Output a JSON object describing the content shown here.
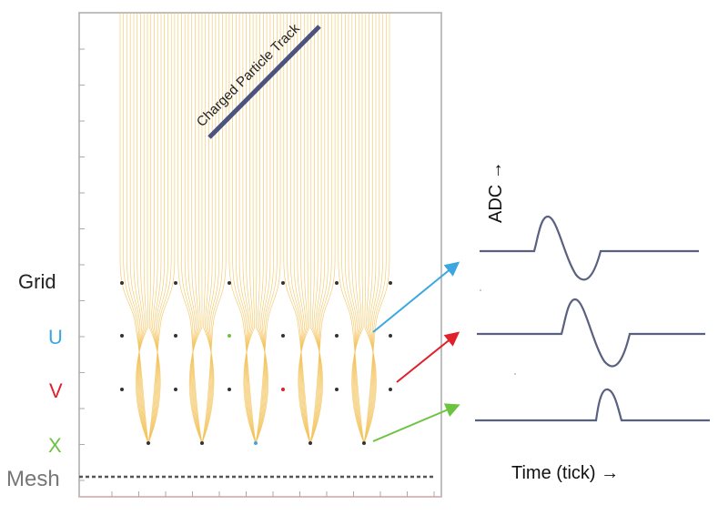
{
  "track_label": "Charged Particle Track",
  "planes": {
    "grid": "Grid",
    "u": "U",
    "v": "V",
    "x": "X",
    "mesh": "Mesh"
  },
  "axes": {
    "adc": "ADC →",
    "time": "Time (tick) →"
  },
  "colors": {
    "wire": "#f3c35a",
    "track": "#4b5480",
    "u": "#3aa7e0",
    "v": "#e0202a",
    "x": "#6cc33f",
    "signal": "#5a6080",
    "frame": "#999999"
  }
}
